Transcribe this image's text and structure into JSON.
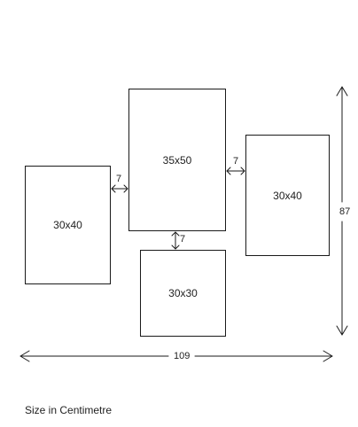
{
  "frames": {
    "left": "30x40",
    "top_center": "35x50",
    "right": "30x40",
    "bottom_center": "30x30"
  },
  "gaps": {
    "left_center": "7",
    "center_right": "7",
    "center_bottom": "7"
  },
  "dimensions": {
    "total_width": "109",
    "total_height": "87"
  },
  "caption": "Size in Centimetre"
}
